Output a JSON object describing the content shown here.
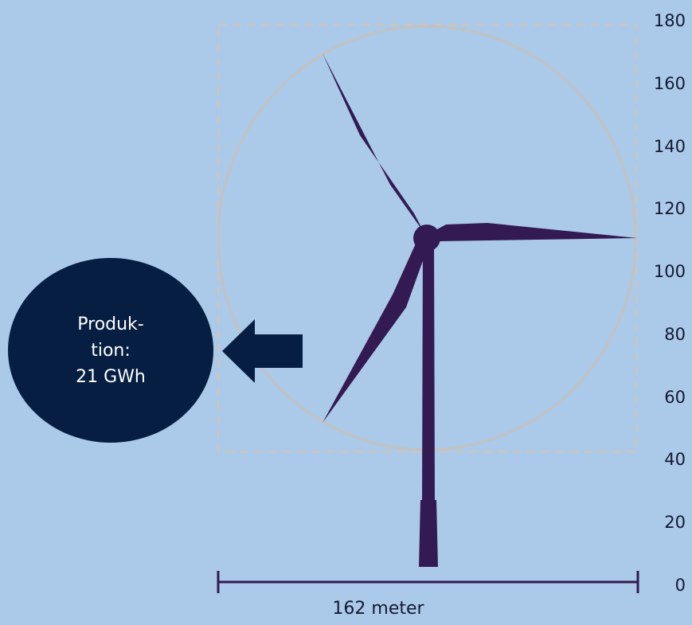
{
  "scale": {
    "unit": "meter",
    "ticks": [
      "180",
      "160",
      "140",
      "120",
      "100",
      "80",
      "60",
      "40",
      "20",
      "0"
    ]
  },
  "turbine": {
    "rotor_diameter_label": "162 meter",
    "production_label": "Produk-\ntion:\n21 GWh"
  },
  "colors": {
    "background": "#abc9e8",
    "turbine": "#331a52",
    "bubble": "#051e42",
    "rotor_circle": "#c2c2c2"
  }
}
